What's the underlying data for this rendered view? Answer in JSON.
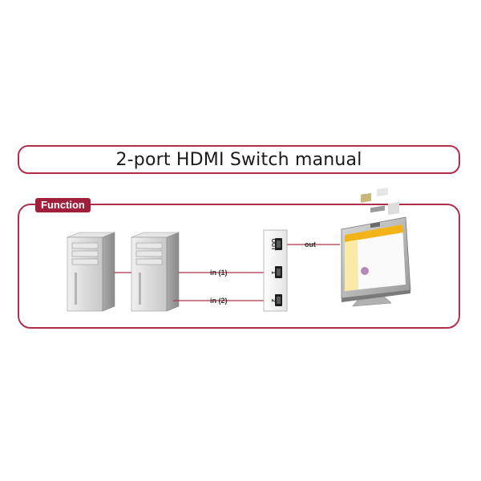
{
  "title": "2-port HDMI Switch manual",
  "section": {
    "label": "Function"
  },
  "switch": {
    "port_labels": [
      "OUT",
      "1",
      "2"
    ]
  },
  "connections": {
    "out": "out",
    "in1": "in (1)",
    "in2": "in (2)"
  },
  "colors": {
    "accent": "#b0304a",
    "tab": "#a0203c",
    "cable": "#b0304a"
  }
}
